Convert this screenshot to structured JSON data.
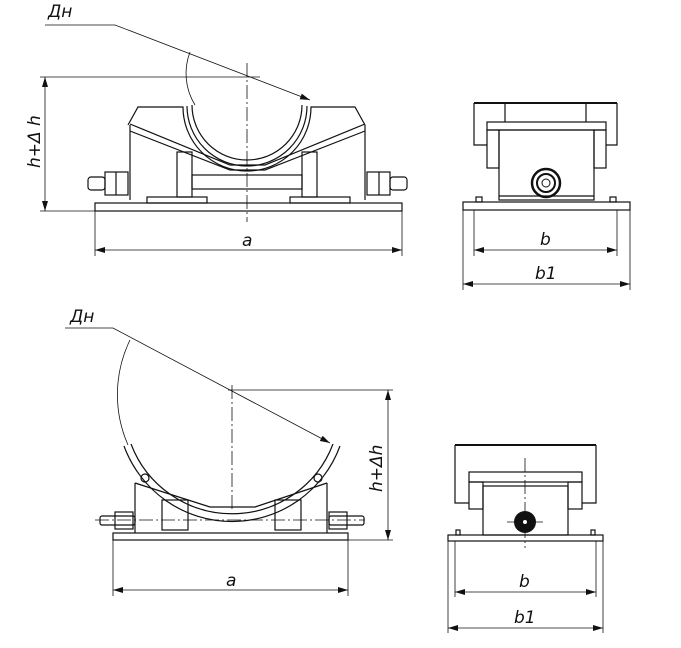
{
  "top_view": {
    "diameter_label": "Дн",
    "height_label": "h+Δ h",
    "length_label": "a",
    "width_label": "b",
    "width_total_label": "b1"
  },
  "bottom_view": {
    "diameter_label": "Дн",
    "height_label": "h+Δh",
    "length_label": "a",
    "width_label": "b",
    "width_total_label": "b1"
  }
}
